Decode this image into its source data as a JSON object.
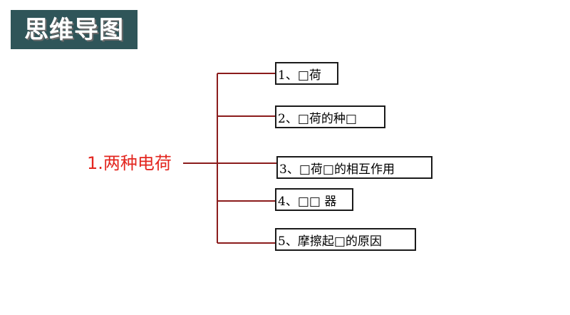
{
  "title": "思维导图",
  "root": {
    "label": "1.两种电荷",
    "color": "#e3261f"
  },
  "colors": {
    "title_bg": "#2f5559",
    "connector": "#8b1c1c",
    "node_border": "#1a1a1a"
  },
  "nodes": [
    {
      "label": "1、□荷"
    },
    {
      "label": "2、□荷的种□"
    },
    {
      "label": "3、□荷□的相互作用"
    },
    {
      "label": "4、□□ 器"
    },
    {
      "label": "5、摩擦起□的原因"
    }
  ]
}
